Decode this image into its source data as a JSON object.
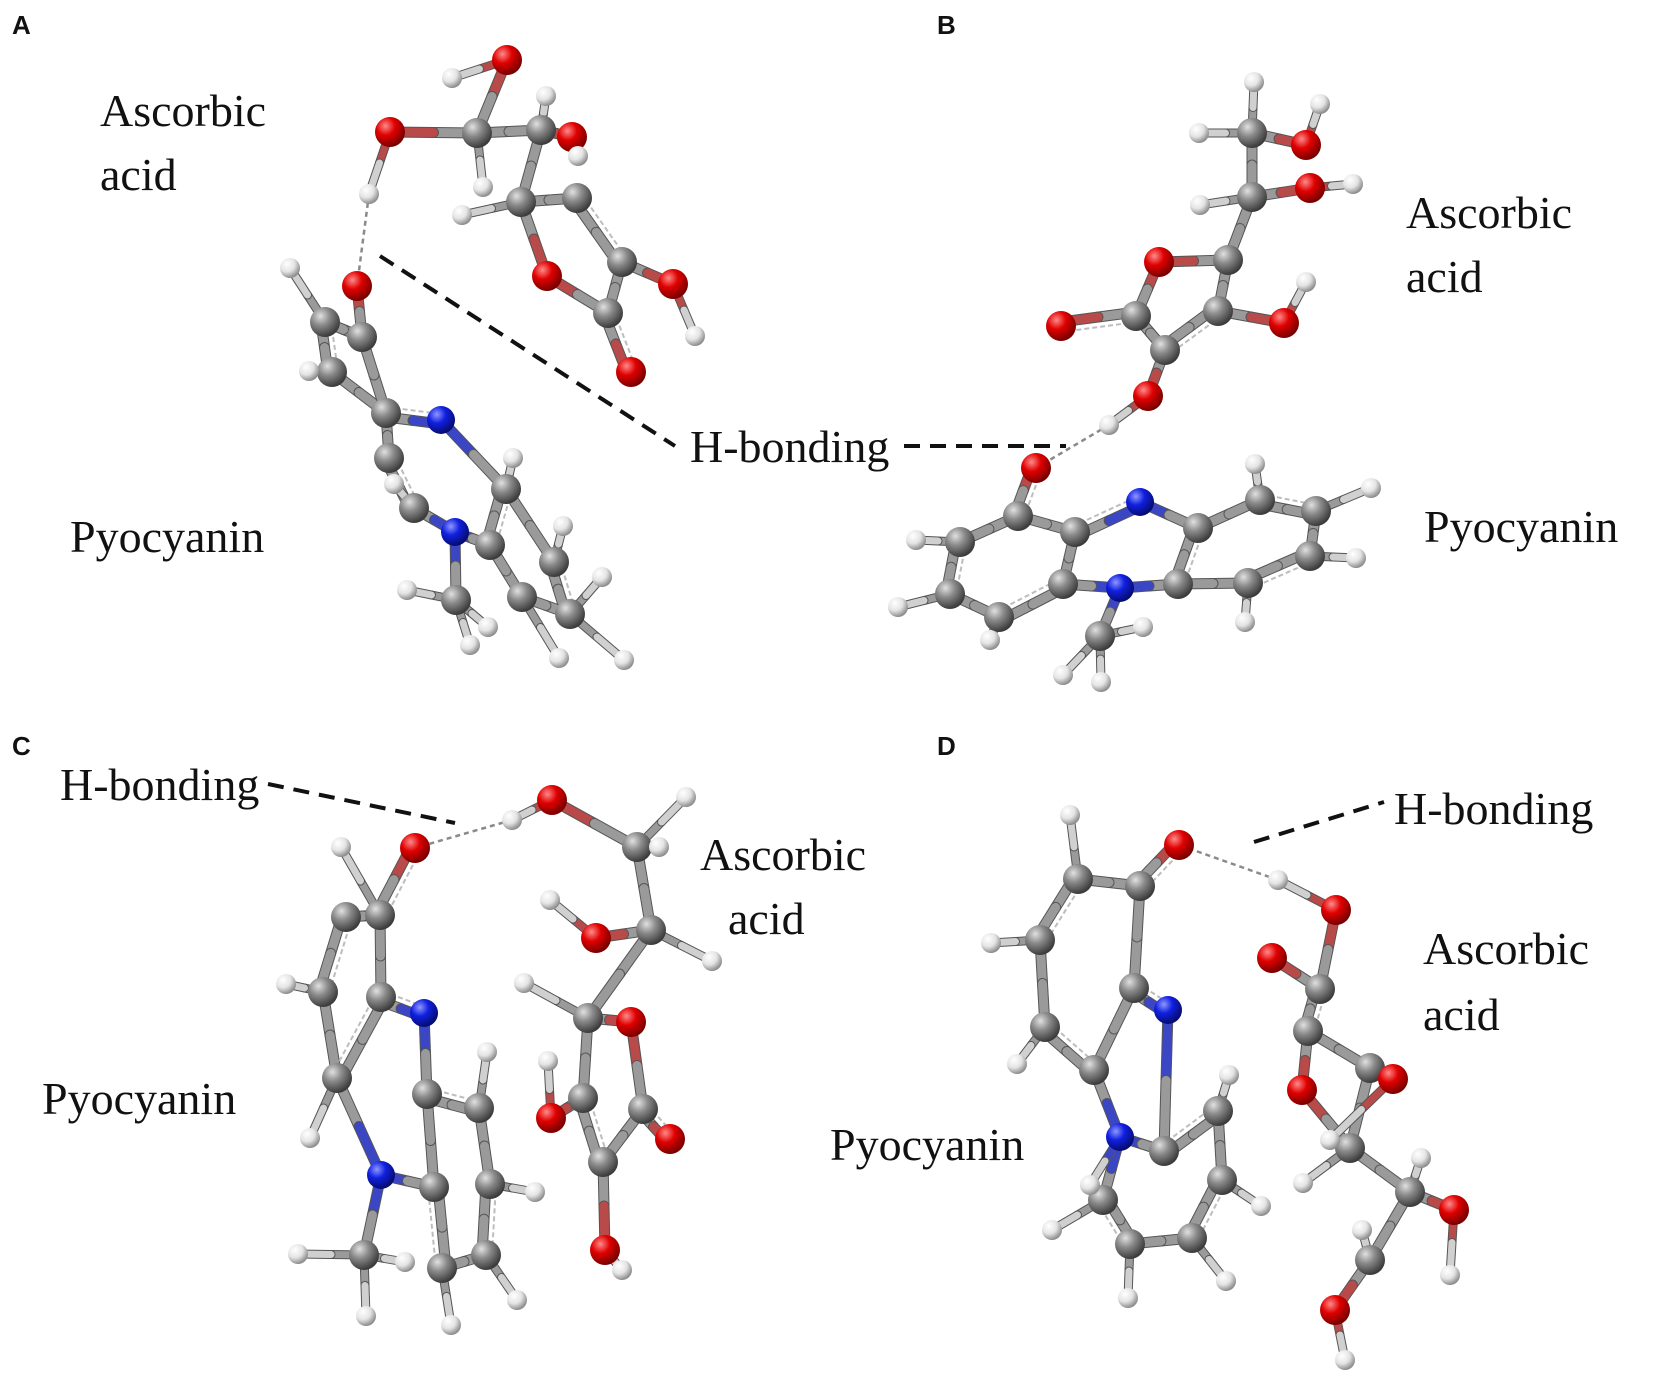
{
  "colors": {
    "oxygen": "#d10000",
    "nitrogen": "#0a16d6",
    "carbon": "#808080",
    "hydrogen": "#e6e6e6",
    "bond": "#9a9a9a",
    "leader_line": "#111111"
  },
  "panels": [
    {
      "letter": "A",
      "labels": {
        "ascorbic_line1": "Ascorbic",
        "ascorbic_line2": "acid",
        "pyocyanin": "Pyocyanin"
      }
    },
    {
      "letter": "B",
      "labels": {
        "ascorbic_line1": "Ascorbic",
        "ascorbic_line2": "acid",
        "pyocyanin": "Pyocyanin",
        "hbond": "H-bonding"
      }
    },
    {
      "letter": "C",
      "labels": {
        "ascorbic_line1": "Ascorbic",
        "ascorbic_line2": "acid",
        "pyocyanin": "Pyocyanin",
        "hbond": "H-bonding"
      }
    },
    {
      "letter": "D",
      "labels": {
        "ascorbic_line1": "Ascorbic",
        "ascorbic_line2": "acid",
        "pyocyanin": "Pyocyanin",
        "hbond": "H-bonding"
      }
    }
  ]
}
